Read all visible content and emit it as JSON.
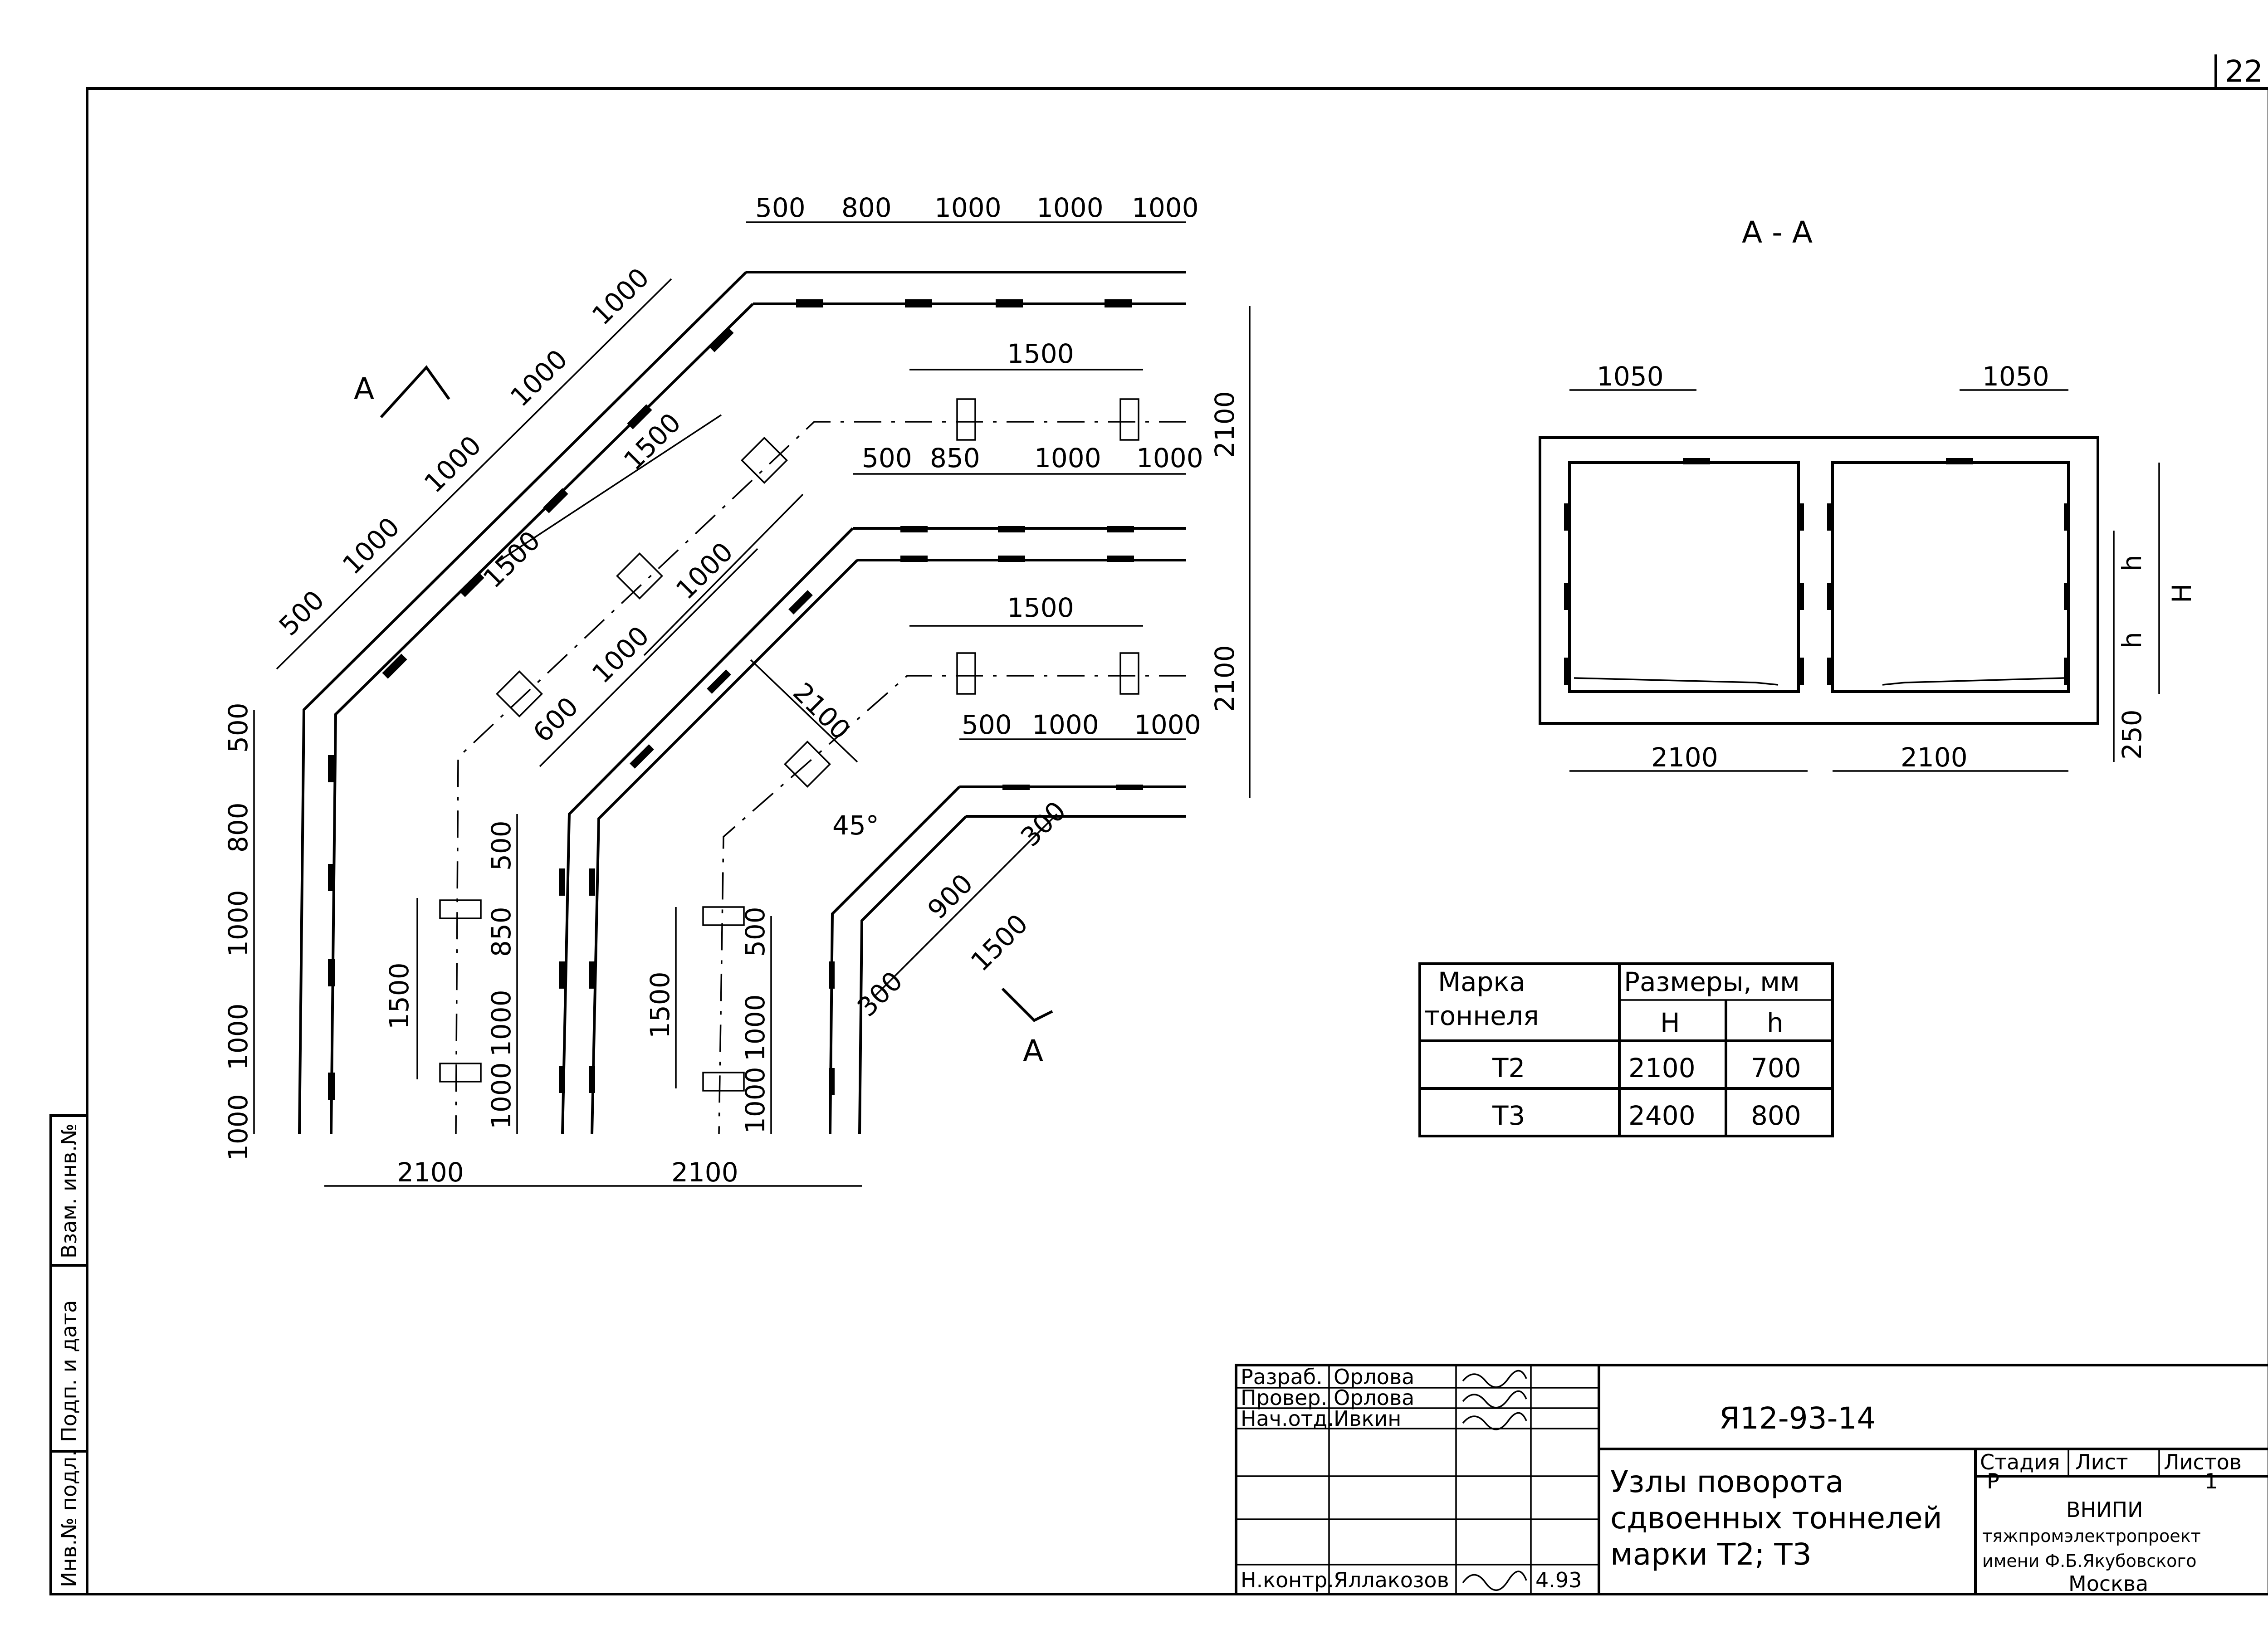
{
  "page_number": "22",
  "section_label": "А - А",
  "section_marker": "А",
  "dims": {
    "top_run": [
      "500",
      "800",
      "1000",
      "1000",
      "1000"
    ],
    "mid_run": [
      "500",
      "850",
      "1000",
      "1000"
    ],
    "low_run": [
      "500",
      "1000",
      "1000"
    ],
    "diag_outer": [
      "500",
      "1000",
      "1000",
      "1000",
      "1000"
    ],
    "diag_mid": [
      "600",
      "1000",
      "1000"
    ],
    "diag_inner": [
      "300",
      "900",
      "1500",
      "300"
    ],
    "centers": [
      "1500",
      "1500",
      "1500",
      "1500",
      "1500",
      "1500"
    ],
    "diag_center": "2100",
    "right_vert": [
      "2100",
      "2100"
    ],
    "left_vert": [
      "500",
      "800",
      "1000",
      "1000",
      "1000"
    ],
    "mid_vert": [
      "500",
      "850",
      "1000",
      "1000"
    ],
    "inner_vert": [
      "500",
      "1000",
      "1000"
    ],
    "bottom": [
      "2100",
      "2100"
    ],
    "angle": "45°"
  },
  "section": {
    "top_dims": [
      "1050",
      "1050"
    ],
    "bottom_dims": [
      "2100",
      "2100"
    ],
    "h1": "h",
    "h2": "h",
    "H": "H",
    "base": "250"
  },
  "table": {
    "col1_header_1": "Марка",
    "col1_header_2": "тоннеля",
    "col2_header": "Размеры, мм",
    "sub_H": "H",
    "sub_h": "h",
    "rows": [
      {
        "mark": "Т2",
        "H": "2100",
        "h": "700"
      },
      {
        "mark": "Т3",
        "H": "2400",
        "h": "800"
      }
    ]
  },
  "side_stamp": [
    "Инв.№ подл.",
    "Подп. и дата",
    "Взам. инв.№"
  ],
  "title_block": {
    "roles": [
      {
        "role": "Разраб.",
        "name": "Орлова"
      },
      {
        "role": "Провер.",
        "name": "Орлова"
      },
      {
        "role": "Нач.отд.",
        "name": "Ивкин"
      }
    ],
    "norm_role": "Н.контр.",
    "norm_name": "Яллакозов",
    "norm_date": "4.93",
    "doc_code": "Я12-93-14",
    "title_lines": [
      "Узлы поворота",
      "сдвоенных тоннелей",
      "марки Т2; Т3"
    ],
    "stage_head": "Стадия",
    "sheet_head": "Лист",
    "sheets_head": "Листов",
    "stage": "Р",
    "sheets": "1",
    "org_lines": [
      "ВНИПИ",
      "тяжпромэлектропроект",
      "имени Ф.Б.Якубовского",
      "Москва"
    ]
  }
}
